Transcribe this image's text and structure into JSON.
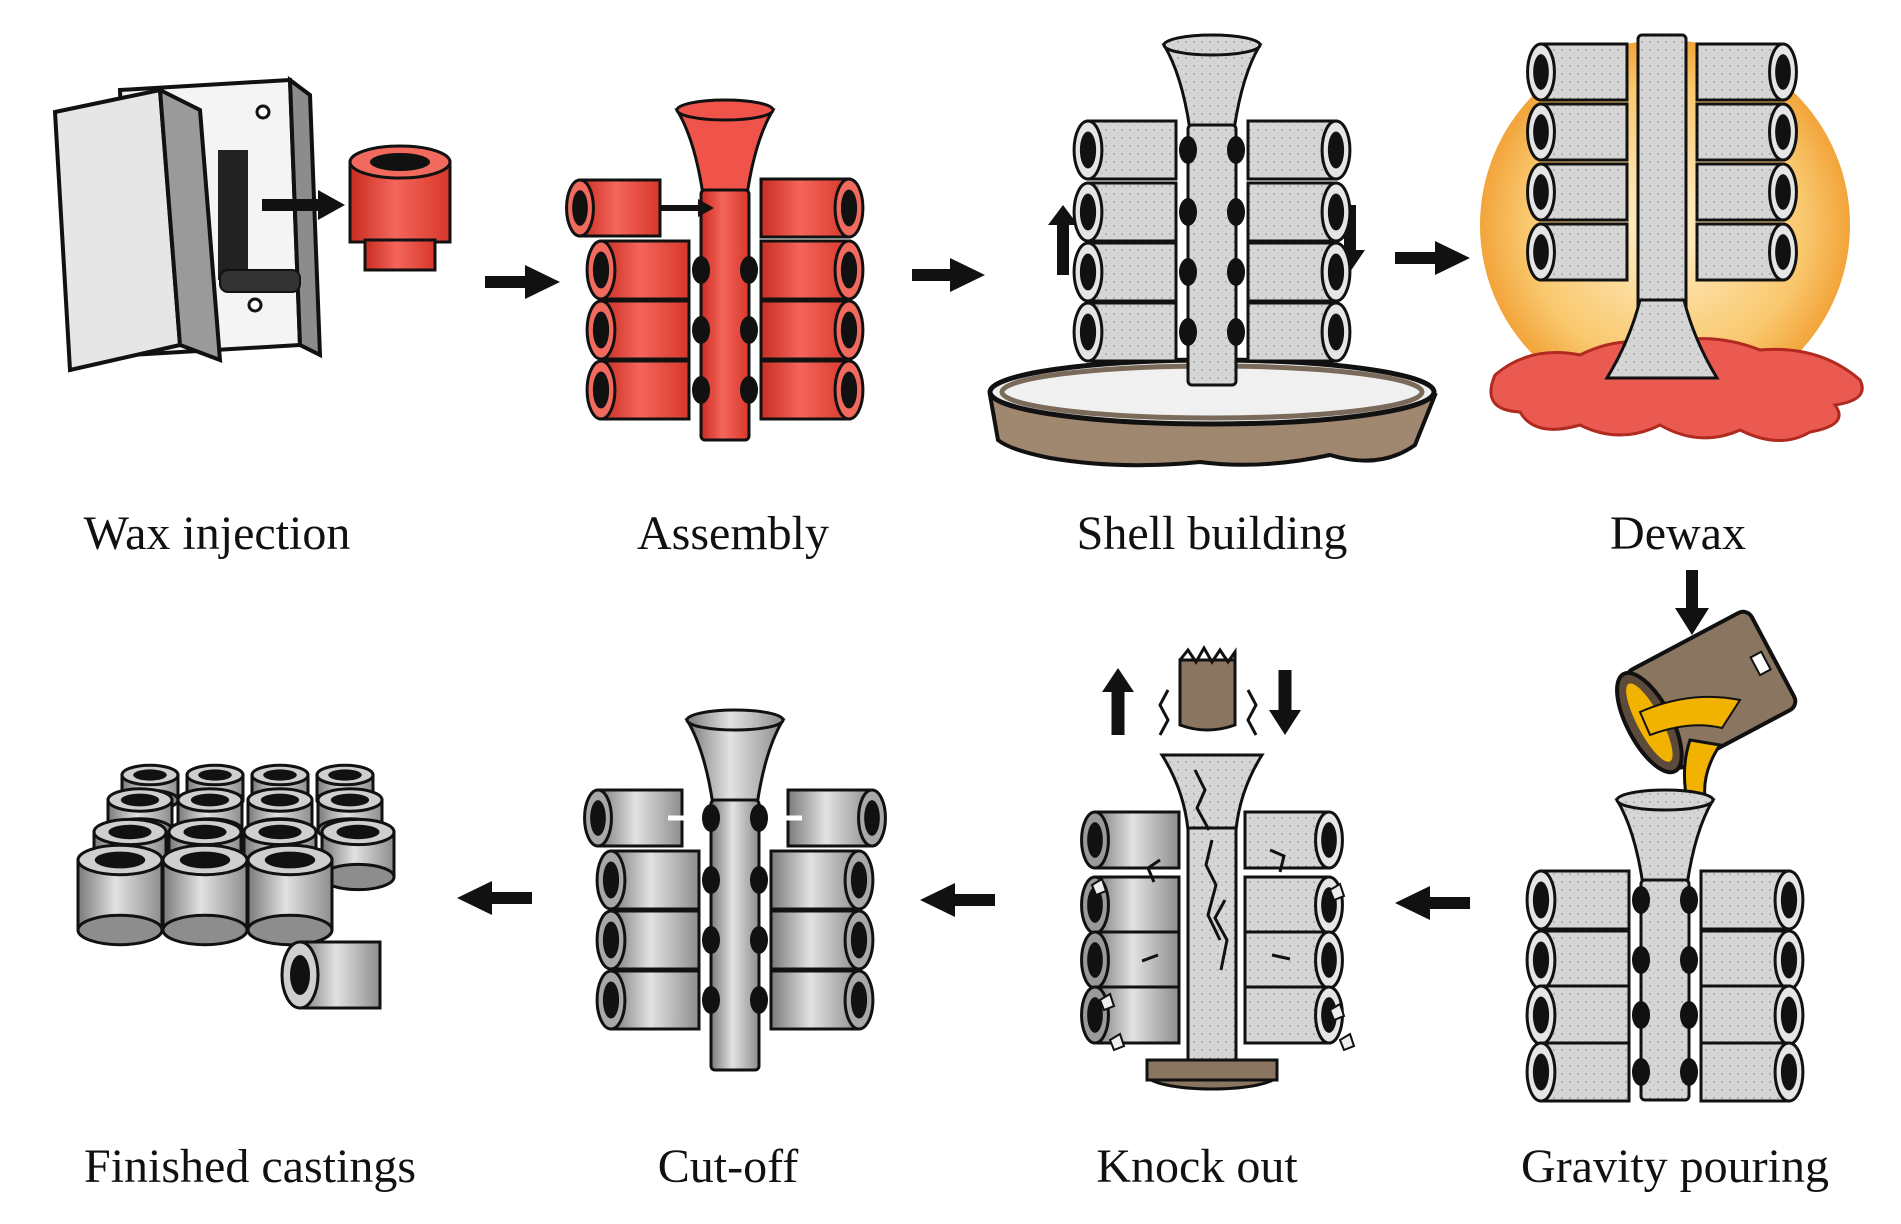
{
  "steps": [
    {
      "id": "wax-injection",
      "label": "Wax injection"
    },
    {
      "id": "assembly",
      "label": "Assembly"
    },
    {
      "id": "shell-building",
      "label": "Shell building"
    },
    {
      "id": "dewax",
      "label": "Dewax"
    },
    {
      "id": "gravity-pouring",
      "label": "Gravity pouring"
    },
    {
      "id": "knock-out",
      "label": "Knock out"
    },
    {
      "id": "cut-off",
      "label": "Cut-off"
    },
    {
      "id": "finished-castings",
      "label": "Finished castings"
    }
  ],
  "colors": {
    "wax": "#f0534a",
    "wax_dark": "#b8231c",
    "shell": "#d9d9d9",
    "shell_dark": "#9a9a9a",
    "metal": "#bdbdbd",
    "steam": "#f6b24a",
    "crucible": "#8a7560",
    "molten": "#f2b200",
    "outline": "#111111"
  },
  "flow": "wax-injection → assembly → shell-building → dewax → gravity-pouring → knock-out → cut-off → finished-castings"
}
